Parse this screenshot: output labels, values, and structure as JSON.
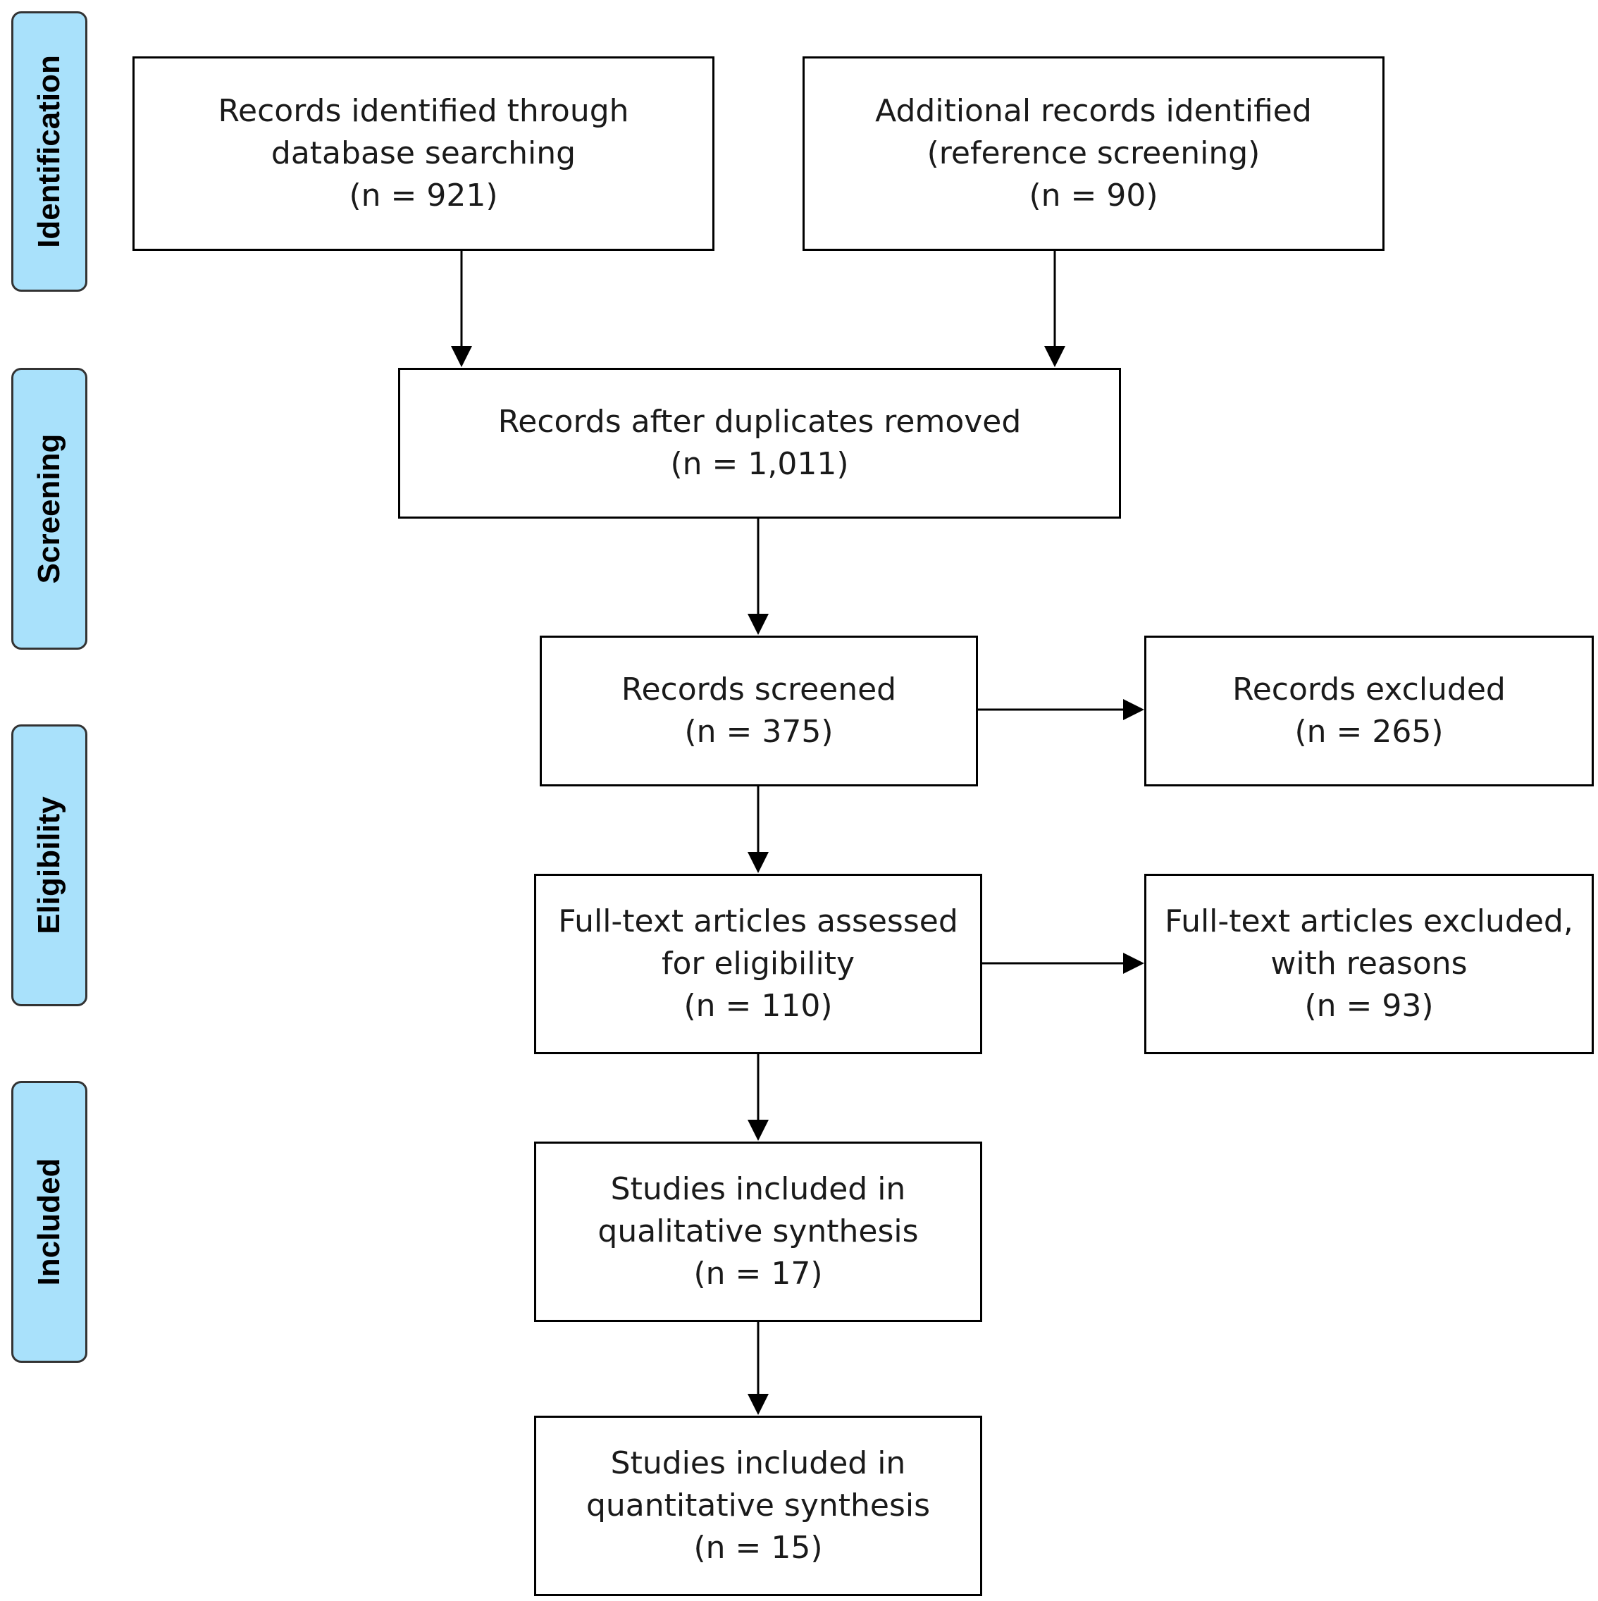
{
  "colors": {
    "stage_fill": "#a9e1fb",
    "stage_border": "#333333",
    "box_border": "#000000",
    "arrow": "#000000"
  },
  "stages": [
    {
      "label": "Identification"
    },
    {
      "label": "Screening"
    },
    {
      "label": "Eligibility"
    },
    {
      "label": "Included"
    }
  ],
  "boxes": {
    "database_records": {
      "line1": "Records identified through",
      "line2": "database searching",
      "count": "(n = 921)"
    },
    "additional_records": {
      "line1": "Additional records identified",
      "line2": "(reference screening)",
      "count": "(n = 90)"
    },
    "after_duplicates": {
      "line1": "Records after duplicates removed",
      "count": "(n = 1,011)"
    },
    "screened": {
      "line1": "Records  screened",
      "count": "(n = 375)"
    },
    "excluded": {
      "line1": "Records  excluded",
      "count": "(n = 265)"
    },
    "fulltext_assessed": {
      "line1": "Full-text articles assessed",
      "line2": "for eligibility",
      "count": "(n = 110)"
    },
    "fulltext_excluded": {
      "line1": "Full-text articles excluded,",
      "line2": "with reasons",
      "count": "(n = 93)"
    },
    "qualitative": {
      "line1": "Studies included in",
      "line2": "qualitative synthesis",
      "count": "(n = 17)"
    },
    "quantitative": {
      "line1": "Studies included in",
      "line2": "quantitative synthesis",
      "count": "(n = 15)"
    }
  }
}
